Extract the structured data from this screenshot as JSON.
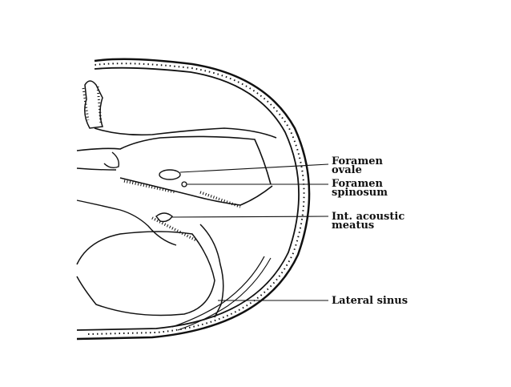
{
  "labels": {
    "foramen_ovale": {
      "line1": "Foramen",
      "line2": "ovale"
    },
    "foramen_spinosum": {
      "line1": "Foramen",
      "line2": "spinosum"
    },
    "int_acoustic_meatus": {
      "line1": "Int. acoustic",
      "line2": "meatus"
    },
    "lateral_sinus": {
      "line1": "Lateral sinus"
    }
  },
  "colors": {
    "ink": "#111111",
    "background": "#ffffff"
  }
}
